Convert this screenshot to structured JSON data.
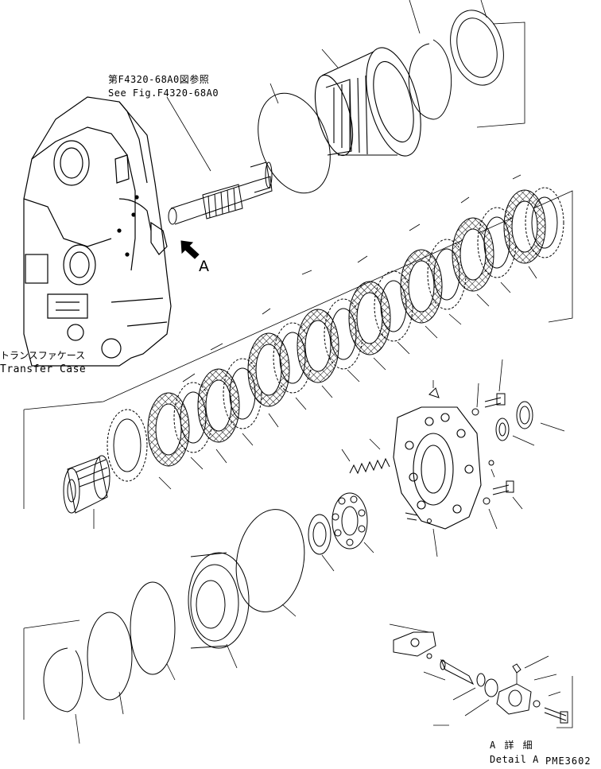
{
  "labels": {
    "ref_jp": "第F4320-68A0図参照",
    "ref_en": "See Fig.F4320-68A0",
    "case_jp": "トランスファケース",
    "case_en": "Transfer Case",
    "view_arrow": "A",
    "detail_jp": "A 詳 細",
    "detail_en": "Detail A",
    "drawing_code": "PME3602"
  },
  "icons": [
    "view-arrow-icon"
  ]
}
